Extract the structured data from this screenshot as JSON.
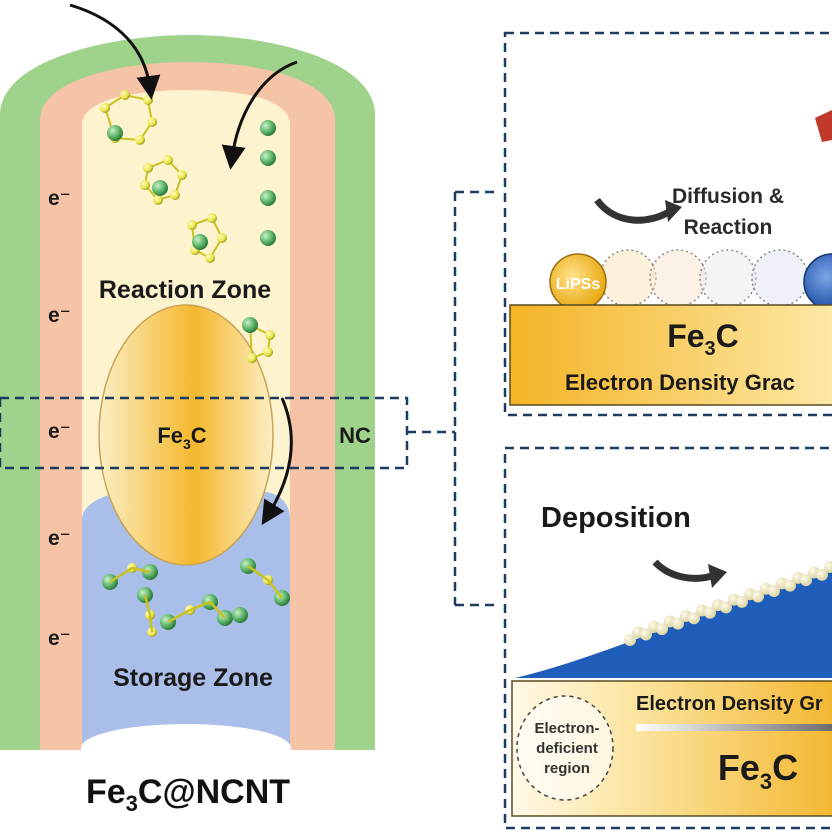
{
  "left": {
    "reaction_zone": "Reaction Zone",
    "storage_zone": "Storage Zone",
    "core_main": "Fe",
    "core_sub": "3",
    "core_tail": "C",
    "nc_label": "NC",
    "electron_label": "e⁻",
    "title_main": "Fe",
    "title_sub": "3",
    "title_tail": "C@NCNT"
  },
  "top_panel": {
    "diffusion_line1": "Diffusion &",
    "diffusion_line2": "Reaction",
    "lipss_label": "LiPSs",
    "block_main": "Fe",
    "block_sub": "3",
    "block_tail": "C",
    "gradient_label": "Electron Density Grac"
  },
  "bottom_panel": {
    "deposition": "Deposition",
    "gradient_label": "Electron Density Gr",
    "deficient_line1": "Electron-",
    "deficient_line2": "deficient",
    "deficient_line3": "region",
    "block_main": "Fe",
    "block_sub": "3",
    "block_tail": "C"
  },
  "colors": {
    "outer_shell": "#9fd28a",
    "middle_shell": "#f5c4a6",
    "reaction_zone": "#fdf3cf",
    "storage_zone": "#a9bee8",
    "sulfur": "#e8e34a",
    "lithium": "#5fb66b",
    "fe3c_gold": "#f4b82c",
    "dash": "#1f3a60",
    "substrate_blue": "#1f5dbb"
  }
}
